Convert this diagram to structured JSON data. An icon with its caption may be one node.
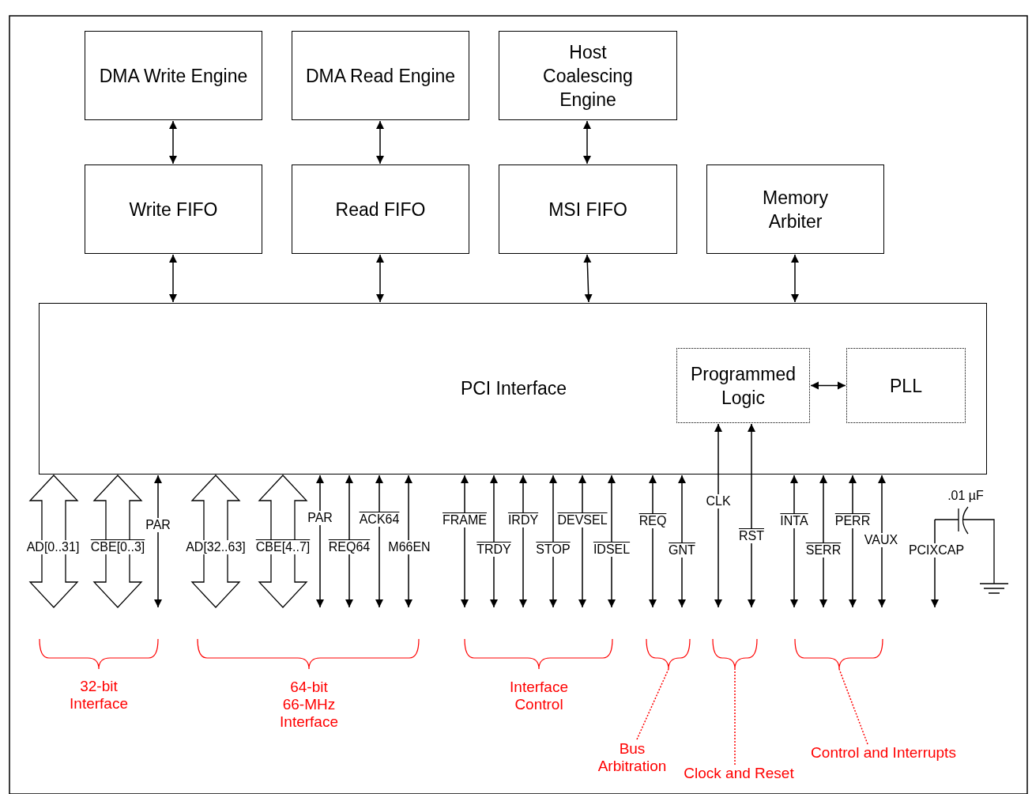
{
  "diagram": {
    "nodes": [
      {
        "text": [
          "DMA Write Engine"
        ]
      },
      {
        "text": [
          "DMA Read Engine"
        ]
      },
      {
        "text": [
          "Host Coalescing Engine"
        ]
      },
      {
        "text": [
          "Write FIFO"
        ]
      },
      {
        "text": [
          "Read FIFO"
        ]
      },
      {
        "text": [
          "MSI FIFO"
        ]
      },
      {
        "text": [
          "Memory Arbiter"
        ]
      },
      {
        "text": [
          "PCI Interface"
        ]
      },
      {
        "text": [
          "Programmed Logic"
        ],
        "in": 7
      },
      {
        "text": [
          "PLL"
        ],
        "in": 7
      },
      {
        "text": [
          "Bus Arbitration"
        ]
      },
      {
        "text": [
          "Clock and Reset"
        ]
      },
      {
        "text": [
          "Control and Interrupts"
        ]
      },
      {
        "text": [],
        "shape": "bracket"
      },
      {
        "text": [],
        "shape": "bracket"
      },
      {
        "text": [],
        "shape": "bracket"
      }
    ],
    "edges": [
      {
        "from": 0,
        "to": 3,
        "arrow": "both"
      },
      {
        "from": 1,
        "to": 4,
        "arrow": "both"
      },
      {
        "from": 2,
        "to": 5,
        "arrow": "both"
      },
      {
        "from": 3,
        "to": 7,
        "arrow": "both"
      },
      {
        "from": 4,
        "to": 7,
        "arrow": "both"
      },
      {
        "from": 5,
        "to": 7,
        "arrow": "both"
      },
      {
        "from": 6,
        "to": 7,
        "arrow": "both"
      },
      {
        "from": 8,
        "to": 9,
        "arrow": "both"
      },
      {
        "from": 7,
        "to": null,
        "arrow": "both",
        "style": "thick",
        "label": "AD[0..31]"
      },
      {
        "from": 7,
        "to": null,
        "arrow": "both",
        "style": "thick",
        "label": "CBE[0..3]"
      },
      {
        "from": 7,
        "to": null,
        "arrow": "both",
        "label": "PAR"
      },
      {
        "from": 7,
        "to": null,
        "arrow": "both",
        "style": "thick",
        "label": "AD[32..63]"
      },
      {
        "from": 7,
        "to": null,
        "arrow": "both",
        "style": "thick",
        "label": "CBE[4..7]"
      },
      {
        "from": 7,
        "to": null,
        "arrow": "both",
        "label": "PAR"
      },
      {
        "from": 7,
        "to": null,
        "arrow": "both",
        "label": "REQ64"
      },
      {
        "from": 7,
        "to": null,
        "arrow": "both",
        "label": "ACK64"
      },
      {
        "from": 7,
        "to": null,
        "arrow": "both",
        "label": "M66EN"
      },
      {
        "from": 7,
        "to": null,
        "arrow": "both",
        "label": "FRAME"
      },
      {
        "from": 7,
        "to": null,
        "arrow": "both",
        "label": "TRDY"
      },
      {
        "from": 7,
        "to": null,
        "arrow": "both",
        "label": "IRDY"
      },
      {
        "from": 7,
        "to": null,
        "arrow": "both",
        "label": "STOP"
      },
      {
        "from": 7,
        "to": null,
        "arrow": "both",
        "label": "DEVSEL"
      },
      {
        "from": 7,
        "to": null,
        "arrow": "both",
        "label": "IDSEL"
      },
      {
        "from": 7,
        "to": null,
        "arrow": "both",
        "label": "REQ"
      },
      {
        "from": 7,
        "to": null,
        "arrow": "both",
        "label": "GNT"
      },
      {
        "from": 8,
        "to": null,
        "arrow": "both",
        "label": "CLK"
      },
      {
        "from": 8,
        "to": null,
        "arrow": "both",
        "label": "RST"
      },
      {
        "from": 7,
        "to": null,
        "arrow": "both",
        "label": "INTA"
      },
      {
        "from": 7,
        "to": null,
        "arrow": "both",
        "label": "SERR"
      },
      {
        "from": 7,
        "to": null,
        "arrow": "both",
        "label": "PERR"
      },
      {
        "from": 7,
        "to": null,
        "arrow": "both",
        "label": "VAUX"
      },
      {
        "from": 10,
        "to": 13,
        "arrow": "none",
        "style": "dashed",
        "color": "#ff0000"
      },
      {
        "from": 11,
        "to": 14,
        "arrow": "none",
        "style": "dashed",
        "color": "#ff0000"
      },
      {
        "from": 12,
        "to": 15,
        "arrow": "none",
        "style": "dashed",
        "color": "#ff0000"
      }
    ],
    "labels": [
      ".01 µF",
      "PCIXCAP",
      "32-bit Interface",
      "64-bit 66-MHz Interface",
      "Interface Control"
    ]
  }
}
